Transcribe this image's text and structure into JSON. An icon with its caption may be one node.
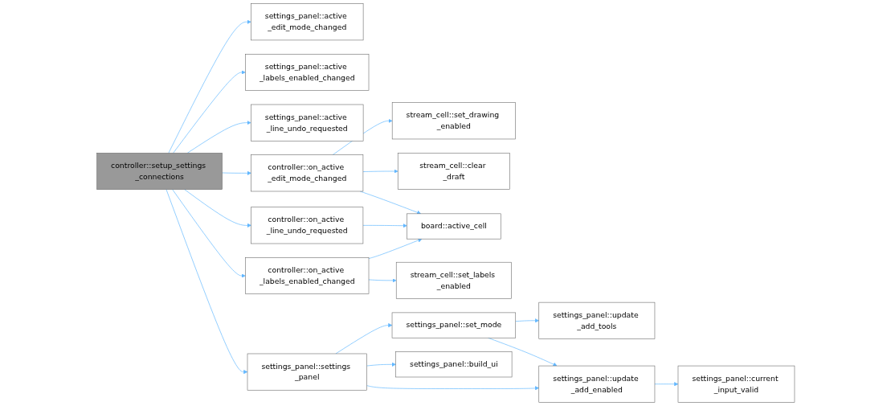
{
  "diagram": {
    "nodes": [
      {
        "text": [
          "controller::setup_settings _connections"
        ]
      },
      {
        "text": [
          "settings_panel::active _edit_mode_changed"
        ]
      },
      {
        "text": [
          "settings_panel::active _labels_enabled_changed"
        ]
      },
      {
        "text": [
          "settings_panel::active _line_undo_requested"
        ]
      },
      {
        "text": [
          "controller::on_active _edit_mode_changed"
        ]
      },
      {
        "text": [
          "controller::on_active _line_undo_requested"
        ]
      },
      {
        "text": [
          "controller::on_active _labels_enabled_changed"
        ]
      },
      {
        "text": [
          "settings_panel::settings _panel"
        ]
      },
      {
        "text": [
          "stream_cell::set_drawing _enabled"
        ]
      },
      {
        "text": [
          "stream_cell::clear _draft"
        ]
      },
      {
        "text": [
          "board::active_cell"
        ]
      },
      {
        "text": [
          "stream_cell::set_labels _enabled"
        ]
      },
      {
        "text": [
          "settings_panel::set_mode"
        ]
      },
      {
        "text": [
          "settings_panel::build_ui"
        ]
      },
      {
        "text": [
          "settings_panel::update _add_tools"
        ]
      },
      {
        "text": [
          "settings_panel::update _add_enabled"
        ]
      },
      {
        "text": [
          "settings_panel::current _input_valid"
        ]
      }
    ],
    "edges": [
      {
        "from": 0,
        "to": 1,
        "arrow": "to"
      },
      {
        "from": 0,
        "to": 2,
        "arrow": "to"
      },
      {
        "from": 0,
        "to": 3,
        "arrow": "to"
      },
      {
        "from": 0,
        "to": 4,
        "arrow": "to"
      },
      {
        "from": 0,
        "to": 5,
        "arrow": "to"
      },
      {
        "from": 0,
        "to": 6,
        "arrow": "to"
      },
      {
        "from": 0,
        "to": 7,
        "arrow": "to"
      },
      {
        "from": 4,
        "to": 8,
        "arrow": "to"
      },
      {
        "from": 4,
        "to": 9,
        "arrow": "to"
      },
      {
        "from": 4,
        "to": 10,
        "arrow": "to"
      },
      {
        "from": 5,
        "to": 10,
        "arrow": "to"
      },
      {
        "from": 6,
        "to": 10,
        "arrow": "to"
      },
      {
        "from": 6,
        "to": 11,
        "arrow": "to"
      },
      {
        "from": 7,
        "to": 12,
        "arrow": "to"
      },
      {
        "from": 7,
        "to": 13,
        "arrow": "to"
      },
      {
        "from": 7,
        "to": 15,
        "arrow": "to"
      },
      {
        "from": 12,
        "to": 14,
        "arrow": "to"
      },
      {
        "from": 12,
        "to": 15,
        "arrow": "to"
      },
      {
        "from": 15,
        "to": 16,
        "arrow": "to"
      }
    ]
  }
}
